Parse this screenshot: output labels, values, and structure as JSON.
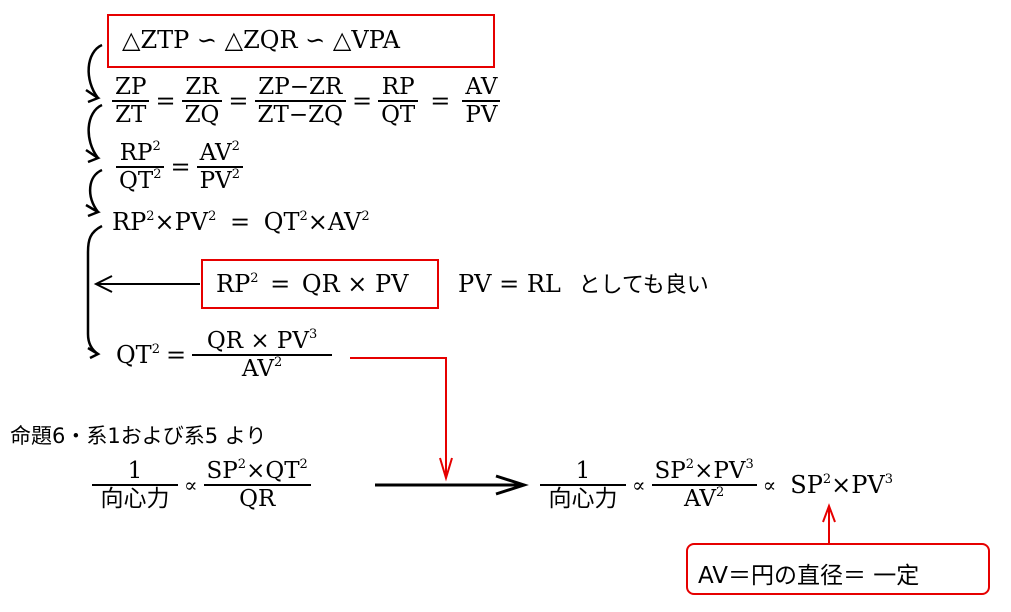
{
  "colors": {
    "accent": "#e60000",
    "ink": "#000000"
  },
  "steps": {
    "similarity": "△ZTP ∽ △ZQR ∽ △VPA",
    "ratios": [
      {
        "num": "ZP",
        "den": "ZT"
      },
      {
        "num": "ZR",
        "den": "ZQ"
      },
      {
        "num": "ZP−ZR",
        "den": "ZT−ZQ"
      },
      {
        "num": "RP",
        "den": "QT"
      },
      {
        "num": "AV",
        "den": "PV"
      }
    ],
    "squared": {
      "left_num": "RP",
      "left_den": "QT",
      "right_num": "AV",
      "right_den": "PV",
      "exp": "2"
    },
    "cross": {
      "a": "RP",
      "b": "PV",
      "c": "QT",
      "d": "AV",
      "exp": "2",
      "times": "×",
      "eq": "="
    },
    "lemma": {
      "lhs": "RP",
      "exp": "2",
      "rhs": "QR × PV"
    },
    "lemma_note": {
      "math": "PV = RL",
      "text": "としても良い"
    },
    "result": {
      "lhs": "QT",
      "lhs_exp": "2",
      "num": "QR × PV",
      "num_exp": "3",
      "den": "AV",
      "den_exp": "2"
    }
  },
  "proposition": {
    "heading": "命題6・系1および系5 より",
    "left": {
      "num": "1",
      "den": "向心力",
      "prop": "∝",
      "rnum_a": "SP",
      "rnum_b": "QT",
      "rnum_exp": "2",
      "times": "×",
      "rden": "QR"
    },
    "right": {
      "num": "1",
      "den": "向心力",
      "prop": "∝",
      "rnum_a": "SP",
      "rnum_b": "PV",
      "exp_a": "2",
      "exp_b": "3",
      "times": "×",
      "rden": "AV",
      "rden_exp": "2",
      "final_a": "SP",
      "final_b": "PV"
    }
  },
  "note_box": "AV＝円の直径＝ 一定",
  "symbols": {
    "eq": "="
  }
}
